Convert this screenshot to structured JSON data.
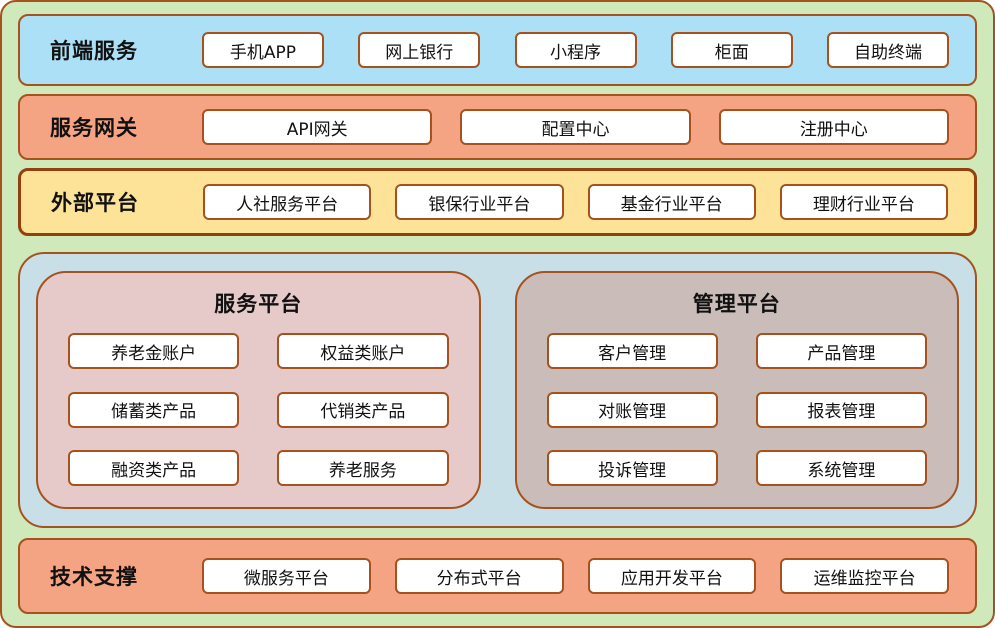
{
  "colors": {
    "page_background": "#cfe9ba",
    "border": "#a5521f",
    "external_border": "#93400f",
    "frontend_bg": "#abe0f6",
    "gateway_bg": "#f5a483",
    "external_bg": "#fde398",
    "middle_bg": "#c9dfe8",
    "service_panel_bg": "#e6caca",
    "management_panel_bg": "#cabdb9",
    "tech_bg": "#f5a483",
    "node_bg": "#ffffff",
    "text": "#111111"
  },
  "sections": {
    "frontend": {
      "label": "前端服务",
      "items": [
        "手机APP",
        "网上银行",
        "小程序",
        "柜面",
        "自助终端"
      ]
    },
    "gateway": {
      "label": "服务网关",
      "items": [
        "API网关",
        "配置中心",
        "注册中心"
      ]
    },
    "external": {
      "label": "外部平台",
      "items": [
        "人社服务平台",
        "银保行业平台",
        "基金行业平台",
        "理财行业平台"
      ]
    },
    "platforms": {
      "service": {
        "title": "服务平台",
        "items": [
          "养老金账户",
          "权益类账户",
          "储蓄类产品",
          "代销类产品",
          "融资类产品",
          "养老服务"
        ]
      },
      "management": {
        "title": "管理平台",
        "items": [
          "客户管理",
          "产品管理",
          "对账管理",
          "报表管理",
          "投诉管理",
          "系统管理"
        ]
      }
    },
    "tech": {
      "label": "技术支撑",
      "items": [
        "微服务平台",
        "分布式平台",
        "应用开发平台",
        "运维监控平台"
      ]
    }
  }
}
